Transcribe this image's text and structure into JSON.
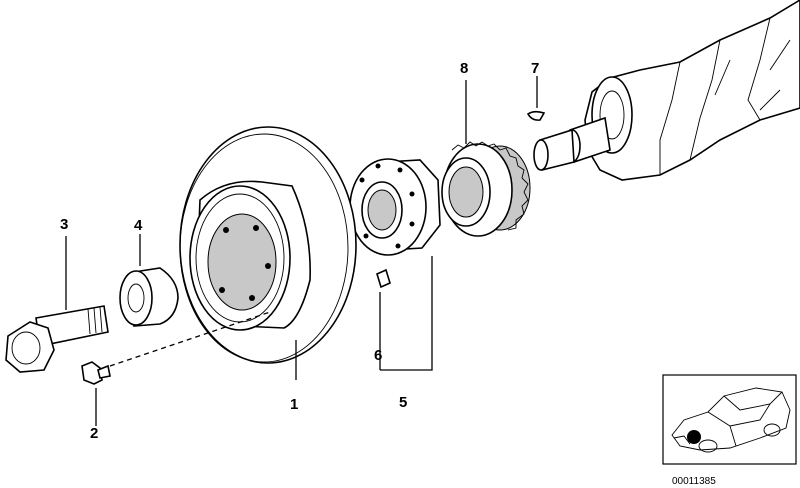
{
  "callouts": [
    {
      "id": "1",
      "text": "1"
    },
    {
      "id": "2",
      "text": "2"
    },
    {
      "id": "3",
      "text": "3"
    },
    {
      "id": "4",
      "text": "4"
    },
    {
      "id": "5",
      "text": "5"
    },
    {
      "id": "6",
      "text": "6"
    },
    {
      "id": "7",
      "text": "7"
    },
    {
      "id": "8",
      "text": "8"
    }
  ],
  "inset": {
    "diagram_number": "00011385"
  }
}
